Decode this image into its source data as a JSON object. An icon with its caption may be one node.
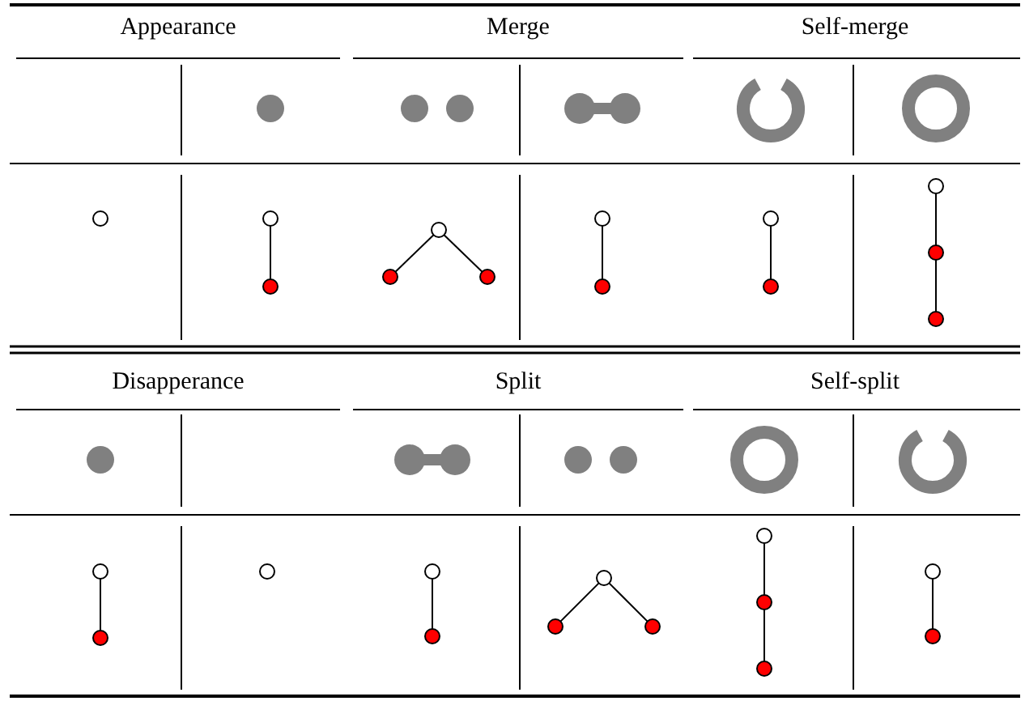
{
  "diagram": {
    "nodes": [
      {
        "text": [],
        "shape": "circle"
      },
      {
        "text": [],
        "shape": "circle"
      },
      {
        "text": [],
        "shape": "circle"
      },
      {
        "text": [],
        "shape": "circle"
      },
      {
        "text": [],
        "shape": "circle"
      },
      {
        "text": [],
        "shape": "circle"
      },
      {
        "text": [],
        "shape": "circle"
      },
      {
        "text": [],
        "shape": "circle"
      },
      {
        "text": [],
        "shape": "circle"
      },
      {
        "text": [],
        "shape": "circle"
      },
      {
        "text": [],
        "shape": "circle"
      },
      {
        "text": [],
        "shape": "circle"
      },
      {
        "text": [],
        "shape": "circle"
      },
      {
        "text": [],
        "shape": "circle"
      },
      {
        "text": [],
        "shape": "circle"
      },
      {
        "text": [],
        "shape": "circle"
      },
      {
        "text": [],
        "shape": "circle"
      },
      {
        "text": [],
        "shape": "circle"
      },
      {
        "text": [],
        "shape": "circle"
      },
      {
        "text": [],
        "shape": "circle"
      },
      {
        "text": [],
        "shape": "circle"
      },
      {
        "text": [],
        "shape": "circle"
      },
      {
        "text": [],
        "shape": "circle"
      },
      {
        "text": [],
        "shape": "circle"
      },
      {
        "text": [],
        "shape": "circle"
      },
      {
        "text": [],
        "shape": "circle"
      }
    ],
    "edges": [
      {
        "from": 1,
        "to": 2,
        "arrow": "none"
      },
      {
        "from": 3,
        "to": 4,
        "arrow": "none"
      },
      {
        "from": 3,
        "to": 5,
        "arrow": "none"
      },
      {
        "from": 6,
        "to": 7,
        "arrow": "none"
      },
      {
        "from": 8,
        "to": 9,
        "arrow": "none"
      },
      {
        "from": 10,
        "to": 11,
        "arrow": "none"
      },
      {
        "from": 11,
        "to": 12,
        "arrow": "none"
      },
      {
        "from": 13,
        "to": 14,
        "arrow": "none"
      },
      {
        "from": 16,
        "to": 17,
        "arrow": "none"
      },
      {
        "from": 18,
        "to": 19,
        "arrow": "none"
      },
      {
        "from": 18,
        "to": 20,
        "arrow": "none"
      },
      {
        "from": 21,
        "to": 22,
        "arrow": "none"
      },
      {
        "from": 22,
        "to": 23,
        "arrow": "none"
      },
      {
        "from": 24,
        "to": 25,
        "arrow": "none"
      }
    ],
    "labels": [
      "Appearance",
      "Merge",
      "Self-merge",
      "Disapperance",
      "Split",
      "Self-split"
    ]
  }
}
